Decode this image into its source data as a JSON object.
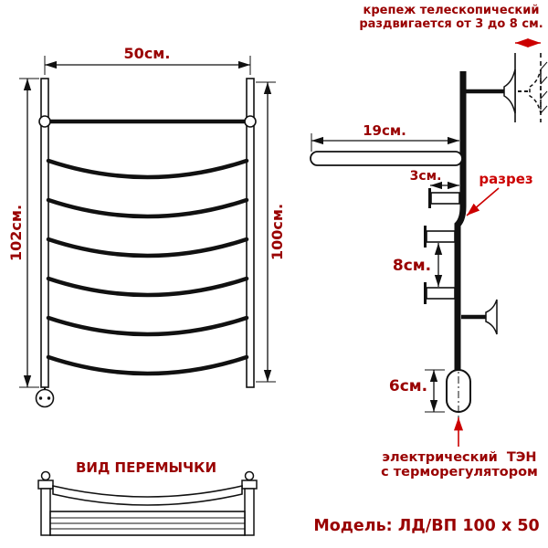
{
  "colors": {
    "background": "#ffffff",
    "drawing": "#111111",
    "dimension_text": "#990000",
    "accent_red": "#cc0000"
  },
  "front_view": {
    "width_label": "50см.",
    "height_left_label": "102см.",
    "height_right_label": "100см."
  },
  "side_view": {
    "bracket_note_line1": "крепеж телескопический",
    "bracket_note_line2": "раздвигается от 3 до 8 см.",
    "depth_label": "19см.",
    "offset_label": "3см.",
    "section_label": "разрез",
    "spacing_label": "8см.",
    "heater_height_label": "6см.",
    "heater_label_line1": "электрический  ТЭН",
    "heater_label_line2": "с терморегулятором"
  },
  "crossbar_view": {
    "title": "ВИД ПЕРЕМЫЧКИ"
  },
  "model_label": "Модель: ЛД/ВП 100 х 50"
}
